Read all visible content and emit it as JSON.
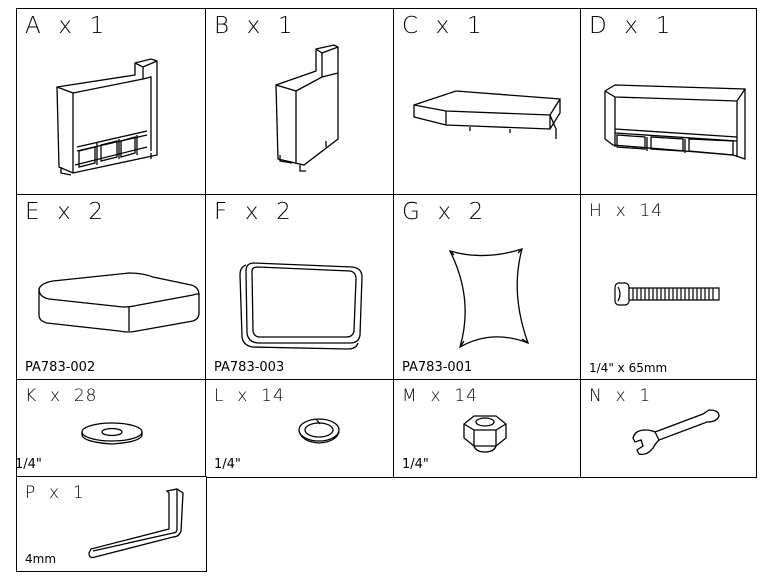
{
  "parts": {
    "A": {
      "label": "A  x  1"
    },
    "B": {
      "label": "B  x  1"
    },
    "C": {
      "label": "C  x  1"
    },
    "D": {
      "label": "D  x  1"
    },
    "E": {
      "label": "E  x  2",
      "code": "PA783-002"
    },
    "F": {
      "label": "F  x  2",
      "code": "PA783-003"
    },
    "G": {
      "label": "G  x  2",
      "code": "PA783-001"
    },
    "H": {
      "label": "H  x  14",
      "size": "1/4\"  x  65mm"
    },
    "K": {
      "label": "K  x  28",
      "size": "1/4\""
    },
    "L": {
      "label": "L  x  14",
      "size": "1/4\""
    },
    "M": {
      "label": "M  x  14",
      "size": "1/4\""
    },
    "N": {
      "label": "N  x  1"
    },
    "P": {
      "label": "P  x  1",
      "size": "4mm"
    }
  },
  "icons": {
    "A": "sectional-corner-frame-icon",
    "B": "armrest-frame-icon",
    "C": "seat-base-icon",
    "D": "sofa-frame-icon",
    "E": "seat-cushion-icon",
    "F": "back-cushion-icon",
    "G": "pillow-icon",
    "H": "bolt-icon",
    "K": "washer-icon",
    "L": "spring-washer-icon",
    "M": "nut-icon",
    "N": "wrench-icon",
    "P": "allen-key-icon"
  }
}
